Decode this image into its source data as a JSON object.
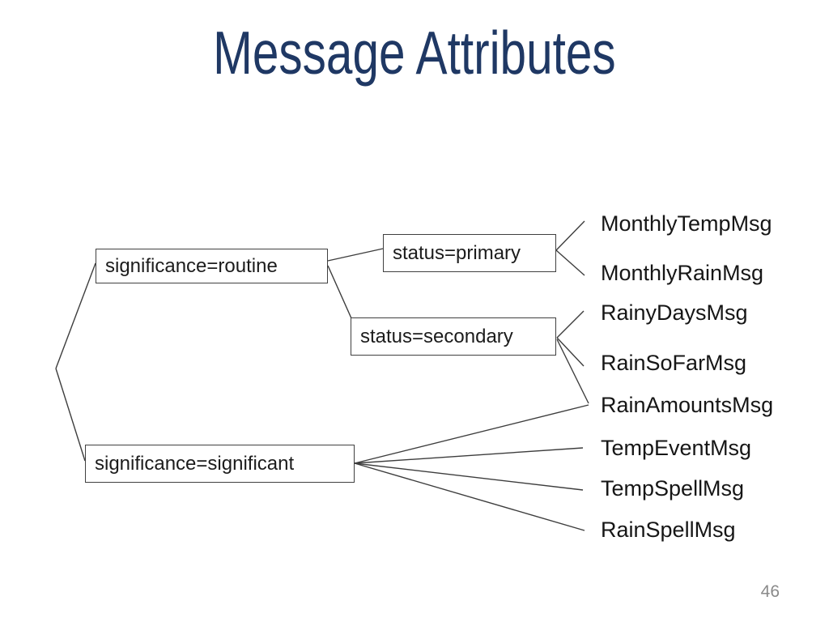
{
  "slide": {
    "title": "Message Attributes",
    "page_number": "46"
  },
  "colors": {
    "title": "#1f3864",
    "box_border": "#404040",
    "connector": "#3d3d3d",
    "diagram_text": "#1c1c1c",
    "page_number": "#8a8a8a",
    "background": "#ffffff"
  },
  "diagram": {
    "nodes": [
      "significance=routine",
      "status=primary",
      "status=secondary",
      "significance=significant"
    ],
    "leaves": [
      "MonthlyTempMsg",
      "MonthlyRainMsg",
      "RainyDaysMsg",
      "RainSoFarMsg",
      "RainAmountsMsg",
      "TempEventMsg",
      "TempSpellMsg",
      "RainSpellMsg"
    ],
    "edges": {
      "left_junction": [
        "significance=routine",
        "significance=significant"
      ],
      "significance=routine": [
        "status=primary",
        "status=secondary"
      ],
      "status=primary": [
        "MonthlyTempMsg",
        "MonthlyRainMsg"
      ],
      "status=secondary": [
        "RainyDaysMsg",
        "RainSoFarMsg",
        "RainAmountsMsg"
      ],
      "significance=significant": [
        "RainAmountsMsg",
        "TempEventMsg",
        "TempSpellMsg",
        "RainSpellMsg"
      ]
    }
  }
}
